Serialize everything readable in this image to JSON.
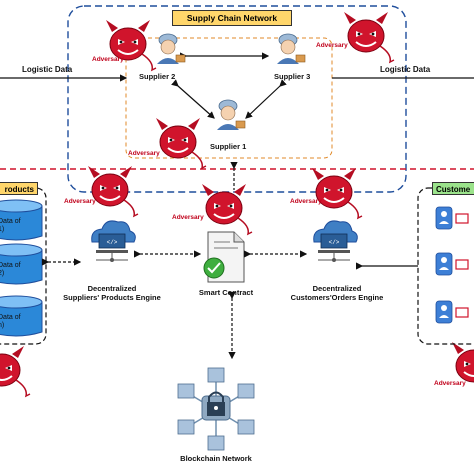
{
  "supply_chain": {
    "title": "Supply Chain Network",
    "suppliers": [
      "Supplier 2",
      "Supplier 3",
      "Supplier 1"
    ]
  },
  "adversary_label": "Adversary",
  "flows": {
    "left": "Logistic Data",
    "right": "Logistic Data"
  },
  "left_panel": {
    "tag": "roducts",
    "stores": [
      "Data of\n1)",
      "Data of\n2)",
      "Data of\nn)"
    ]
  },
  "right_panel": {
    "tag": "Custome"
  },
  "engines": {
    "suppliers": "Decentralized\nSuppliers' Products Engine",
    "customers": "Decentralized\nCustomers'Orders Engine"
  },
  "smart_contract": "Smart Contract",
  "blockchain": "Blockchain Network",
  "colors": {
    "adversary": "#d0142c",
    "accent_box": "#ffd66b",
    "customer_box": "#9be38b",
    "network_border": "#1f4e9c",
    "zone_border": "#d0142c"
  }
}
